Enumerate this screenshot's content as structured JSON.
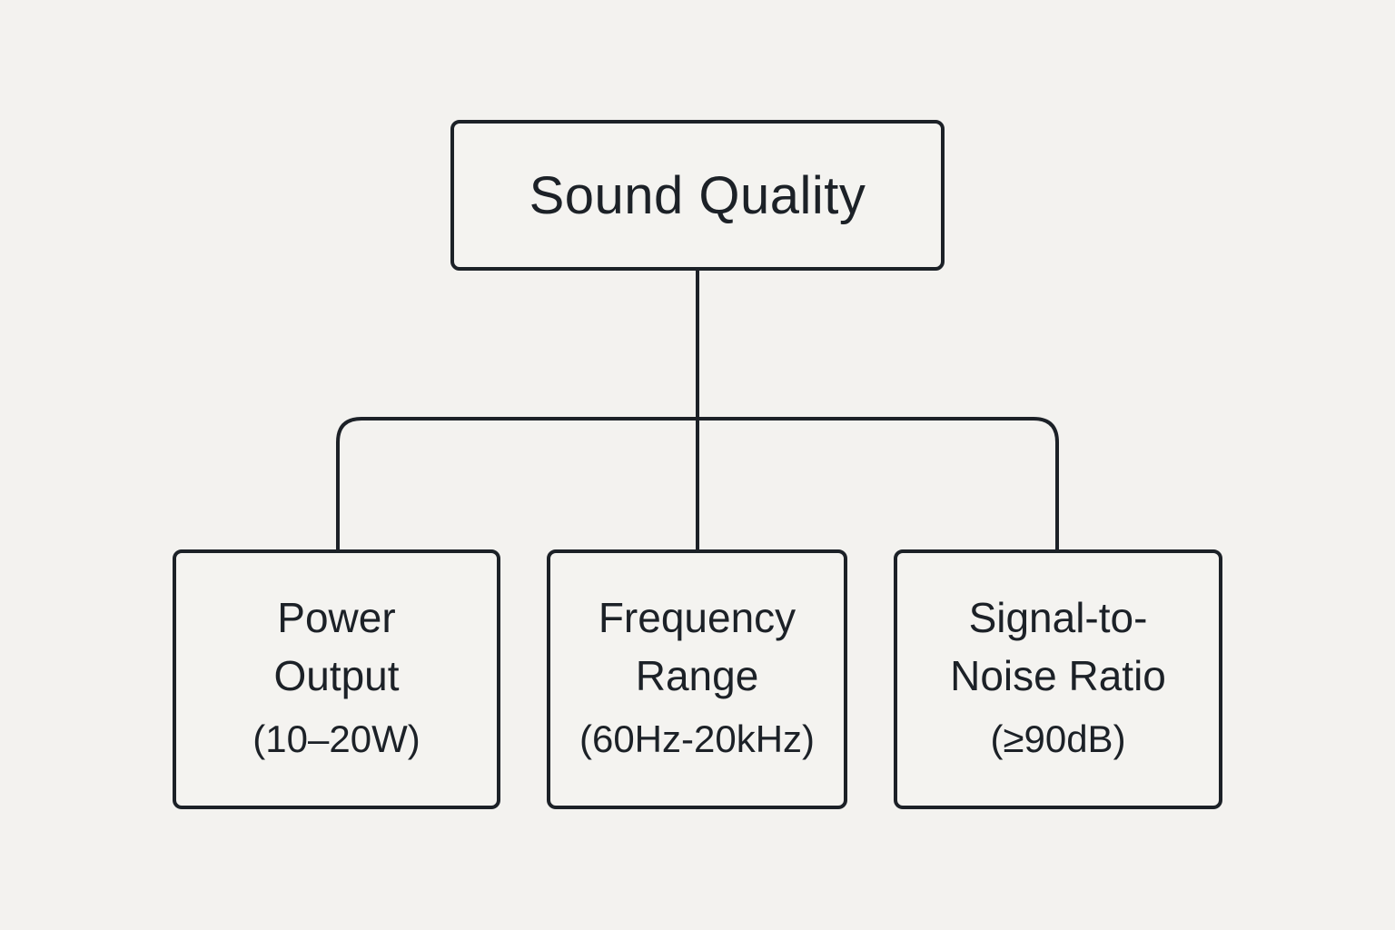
{
  "diagram": {
    "root": {
      "label": "Sound Quality"
    },
    "children": [
      {
        "title_lines": [
          "Power",
          "Output"
        ],
        "spec": "(10–20W)"
      },
      {
        "title_lines": [
          "Frequency",
          "Range"
        ],
        "spec": "(60Hz-20kHz)"
      },
      {
        "title_lines": [
          "Signal-to-",
          "Noise Ratio"
        ],
        "spec": "(≥90dB)"
      }
    ],
    "colors": {
      "line": "#1c2127",
      "background": "#f3f2ef"
    }
  }
}
